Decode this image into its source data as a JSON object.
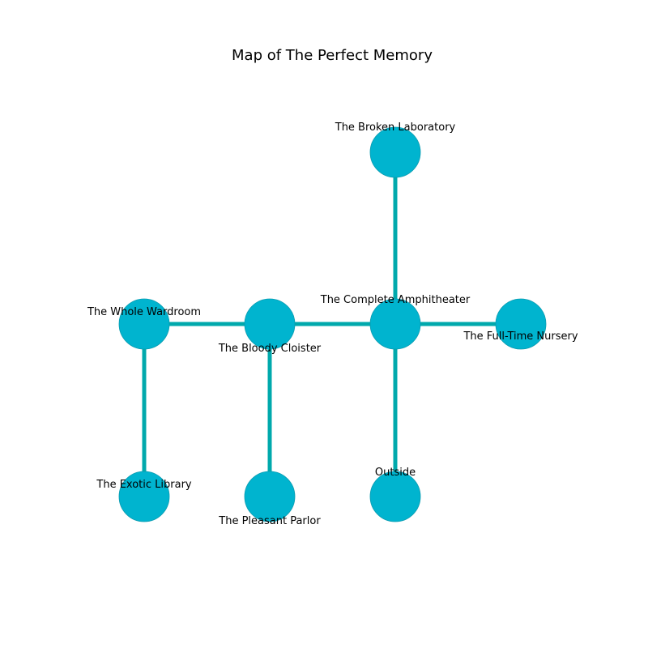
{
  "title": "Map of The Perfect Memory",
  "colors": {
    "node_fill": "#00b4cf",
    "node_stroke": "#0a9bb0",
    "edge": "#00a9ac",
    "background": "#ffffff",
    "text": "#000000"
  },
  "rooms": [
    {
      "id": "laboratory",
      "label": "The Broken Laboratory"
    },
    {
      "id": "amphitheater",
      "label": "The Complete Amphitheater"
    },
    {
      "id": "wardroom",
      "label": "The Whole Wardroom"
    },
    {
      "id": "cloister",
      "label": "The Bloody Cloister"
    },
    {
      "id": "nursery",
      "label": "The Full-Time Nursery"
    },
    {
      "id": "library",
      "label": "The Exotic Library"
    },
    {
      "id": "parlor",
      "label": "The Pleasant Parlor"
    },
    {
      "id": "outside",
      "label": "Outside"
    }
  ],
  "connections": [
    {
      "from": "wardroom",
      "to": "cloister"
    },
    {
      "from": "cloister",
      "to": "amphitheater"
    },
    {
      "from": "amphitheater",
      "to": "nursery"
    },
    {
      "from": "amphitheater",
      "to": "laboratory"
    },
    {
      "from": "amphitheater",
      "to": "outside"
    },
    {
      "from": "wardroom",
      "to": "library"
    },
    {
      "from": "cloister",
      "to": "parlor"
    }
  ]
}
